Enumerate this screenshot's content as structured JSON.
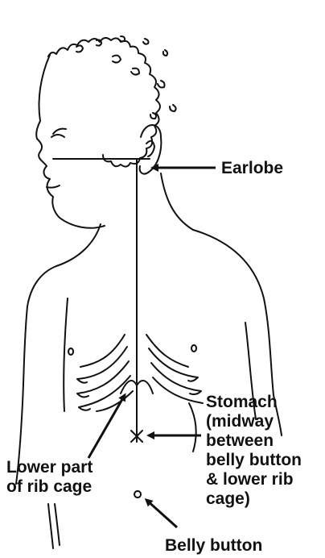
{
  "labels": {
    "earlobe": [
      "Earlobe"
    ],
    "stomach": [
      "Stomach",
      "(midway",
      "between",
      "belly button",
      "& lower rib",
      "cage)"
    ],
    "lower_rib": [
      "Lower part",
      "of rib cage"
    ],
    "belly_button": [
      "Belly button"
    ]
  },
  "colors": {
    "ink": "#111111",
    "background": "#ffffff"
  }
}
